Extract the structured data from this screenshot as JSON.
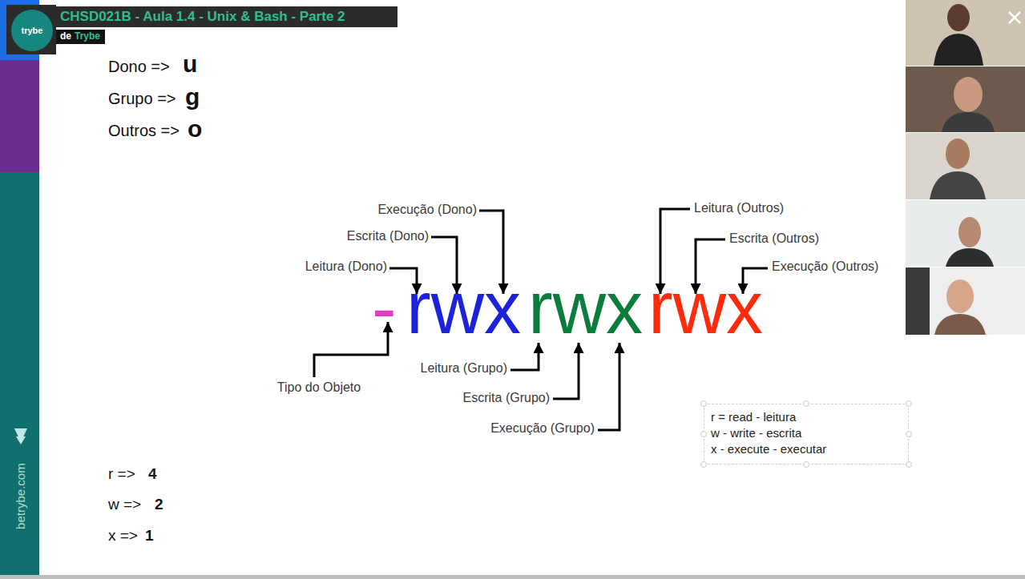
{
  "diagram": {
    "title": "CHSD021B - Aula 1.4 - Unix & Bash - Parte 2",
    "nodes": [
      {
        "text": [
          "r = read - leitura",
          "w - write - escrita",
          "x - execute - executar"
        ]
      }
    ],
    "labels": [
      "trybe",
      "de",
      "Trybe",
      "Dono =>",
      "u",
      "Grupo =>",
      "g",
      "Outros =>",
      "o",
      "Execução (Dono)",
      "Escrita (Dono)",
      "Leitura (Dono)",
      "Leitura (Outros)",
      "Escrita (Outros)",
      "Execução (Outros)",
      "-",
      "rwx",
      "rwx",
      "rwx",
      "Tipo do Objeto",
      "Leitura (Grupo)",
      "Escrita (Grupo)",
      "Execução (Grupo)",
      "r =>",
      "4",
      "w =>",
      "2",
      "x =>",
      "1",
      "betrybe.com"
    ]
  }
}
